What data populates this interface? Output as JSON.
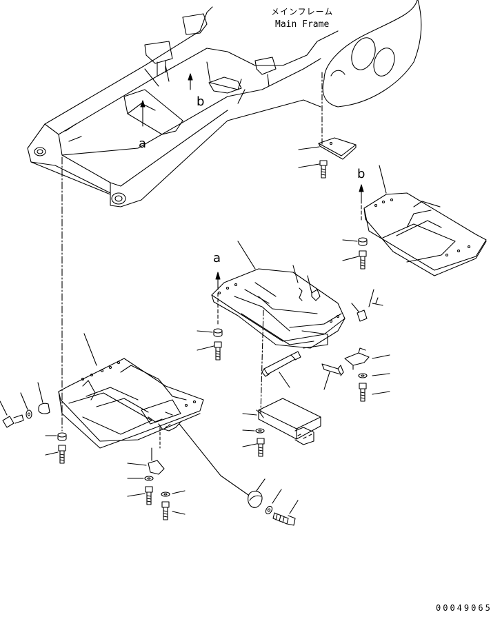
{
  "title": {
    "jp": "メインフレーム",
    "en": "Main Frame"
  },
  "drawing_no": "00049065",
  "markers": {
    "a": "a",
    "b": "b"
  },
  "parts": [
    "main-frame",
    "cover-plate-small",
    "guard-right",
    "guard-center",
    "guard-left",
    "controller-box",
    "bolt",
    "washer",
    "spacer",
    "bracket",
    "plug"
  ]
}
